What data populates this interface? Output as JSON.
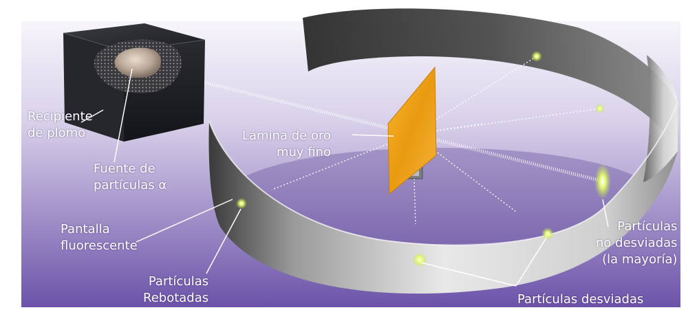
{
  "colors": {
    "background_top": "#f6f4fb",
    "background_bottom": "#6a4fa6",
    "lead": "#2b2d31",
    "foil": "#f2a51c",
    "screen": "#c9c9c9",
    "glow": "#e6ff6a"
  },
  "labels": {
    "lead_container": [
      "Recipiente",
      "de plomo"
    ],
    "alpha_source": [
      "Fuente de",
      "partículas α"
    ],
    "gold_foil": [
      "Lámina de oro",
      "muy fino"
    ],
    "fluorescent_screen": [
      "Pantalla",
      "fluorescente"
    ],
    "bounced_particles": [
      "Partículas",
      "Rebotadas"
    ],
    "undeflected_particles": [
      "Partículas",
      "no desviadas",
      "(la mayoría)"
    ],
    "deflected_particles": [
      "Partículas desviadas"
    ]
  }
}
